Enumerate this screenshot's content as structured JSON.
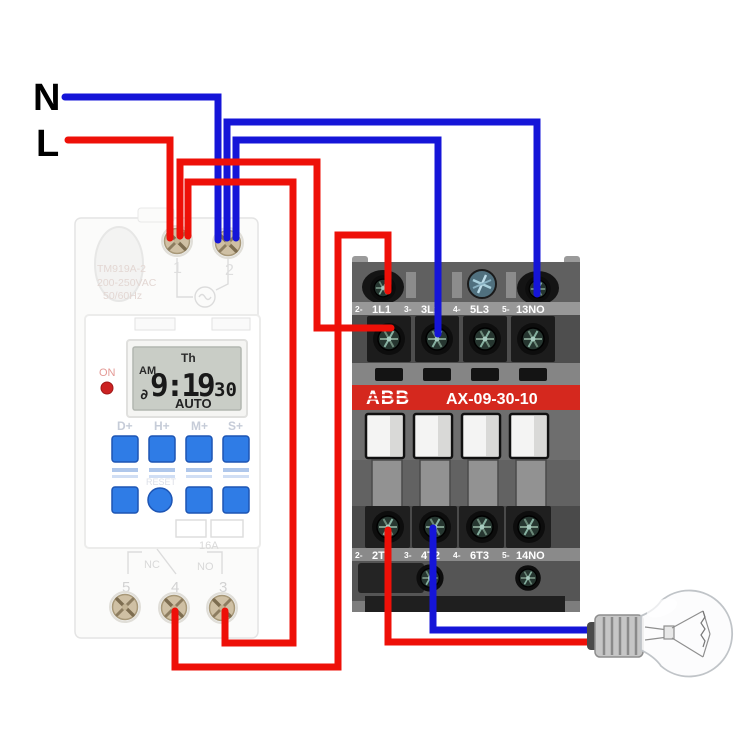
{
  "source_labels": {
    "neutral": "N",
    "live": "L"
  },
  "colors": {
    "neutral_wire": "#1515d8",
    "live_wire": "#ee1008",
    "contactor_band": "#d5281e",
    "timer_button": "#2f7ce6",
    "lcd_background": "#c9cdc6",
    "power_led": "#cc2222"
  },
  "timer": {
    "model": "TM919A-2",
    "voltage": "200-250VAC",
    "frequency": "50/60Hz",
    "top_terminals": [
      "1",
      "2"
    ],
    "power_led_label": "ON",
    "lcd": {
      "day": "Th",
      "meridiem": "AM",
      "time": "9:19",
      "seconds": "30",
      "mode": "AUTO",
      "symbol": "∂"
    },
    "buttons": [
      "D+",
      "H+",
      "M+",
      "S+"
    ],
    "reset_label": "RESET",
    "rating": "16A",
    "relay": {
      "nc": "NC",
      "no": "NO"
    },
    "bottom_terminals": [
      "5",
      "4",
      "3"
    ]
  },
  "contactor": {
    "brand": "ABB",
    "model": "AX-09-30-10",
    "top_terminals": [
      {
        "gauge": "2-",
        "label": "1L1"
      },
      {
        "gauge": "3-",
        "label": "3L2"
      },
      {
        "gauge": "4-",
        "label": "5L3"
      },
      {
        "gauge": "5-",
        "label": "13NO"
      }
    ],
    "bottom_terminals": [
      {
        "gauge": "2-",
        "label": "2T1"
      },
      {
        "gauge": "3-",
        "label": "4T2"
      },
      {
        "gauge": "4-",
        "label": "6T3"
      },
      {
        "gauge": "5-",
        "label": "14NO"
      }
    ]
  }
}
